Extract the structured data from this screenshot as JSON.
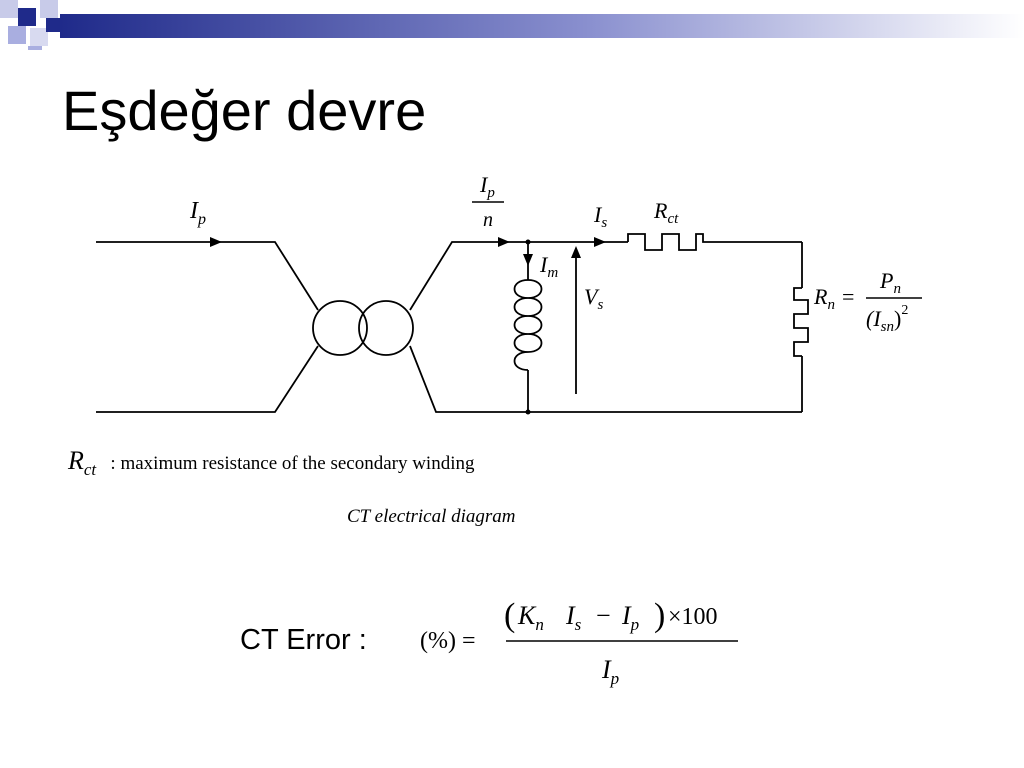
{
  "slide": {
    "title": "Eşdeğer devre",
    "caption_rct_text": ":  maximum resistance of the secondary winding",
    "caption_diagram": "CT electrical diagram",
    "ct_error_label": "CT Error :"
  },
  "diagram": {
    "labels": {
      "primary_current": "I",
      "primary_current_sub": "p",
      "ratio_num": "I",
      "ratio_num_sub": "p",
      "ratio_den": "n",
      "secondary_current": "I",
      "secondary_current_sub": "s",
      "magnetizing_current": "I",
      "magnetizing_current_sub": "m",
      "secondary_voltage": "V",
      "secondary_voltage_sub": "s",
      "winding_resistance": "R",
      "winding_resistance_sub": "ct",
      "burden": "R",
      "burden_sub": "n",
      "burden_eq": "=",
      "burden_num": "P",
      "burden_num_sub": "n",
      "burden_den_open": "(I",
      "burden_den_sub": "sn",
      "burden_den_close": ")",
      "burden_den_exp": "2"
    }
  },
  "formula": {
    "lhs": "(%) =",
    "open_paren": "(",
    "k": "K",
    "k_sub": "n",
    "is": "I",
    "is_sub": "s",
    "minus": "−",
    "ip": "I",
    "ip_sub": "p",
    "close_paren": ")",
    "times": "×100",
    "den": "I",
    "den_sub": "p"
  },
  "colors": {
    "accent_navy": "#1f2a8a",
    "accent_light": "#a9aee0",
    "ink": "#000000"
  },
  "icons": [
    "corner-squares-logo"
  ]
}
